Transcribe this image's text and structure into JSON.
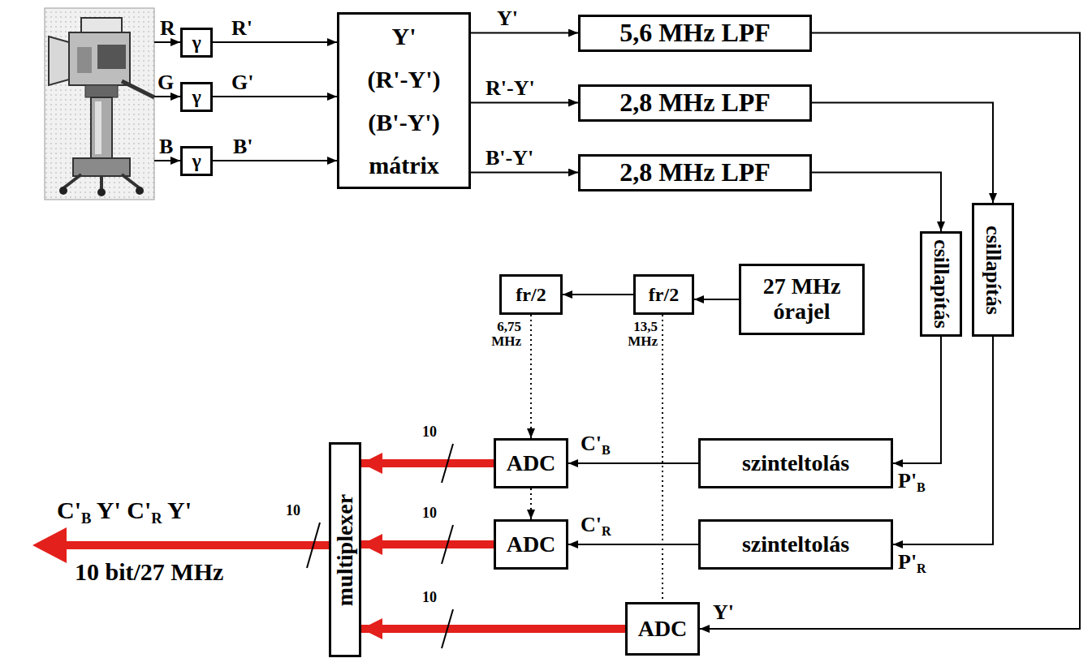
{
  "diagram": {
    "nodes": [
      {
        "text": [
          "γ"
        ]
      },
      {
        "text": [
          "γ"
        ]
      },
      {
        "text": [
          "γ"
        ]
      },
      {
        "text": [
          "Y'",
          "(R'-Y')",
          "(B'-Y')",
          "mátrix"
        ]
      },
      {
        "text": [
          "5,6 MHz LPF"
        ]
      },
      {
        "text": [
          "2,8 MHz LPF"
        ]
      },
      {
        "text": [
          "2,8 MHz LPF"
        ]
      },
      {
        "text": [
          "csillapítás"
        ]
      },
      {
        "text": [
          "csillapítás"
        ]
      },
      {
        "text": [
          "27 MHz órajel"
        ]
      },
      {
        "text": [
          "fr/2"
        ]
      },
      {
        "text": [
          "fr/2"
        ]
      },
      {
        "text": [
          "szinteltolás"
        ]
      },
      {
        "text": [
          "ADC"
        ]
      },
      {
        "text": [
          "szinteltolás"
        ]
      },
      {
        "text": [
          "ADC"
        ]
      },
      {
        "text": [
          "ADC"
        ]
      },
      {
        "text": [
          "multiplexer"
        ]
      }
    ],
    "edges": [
      {
        "from": 0,
        "to": 3,
        "arrow": "to",
        "label": "R'"
      },
      {
        "from": 1,
        "to": 3,
        "arrow": "to",
        "label": "G'"
      },
      {
        "from": 2,
        "to": 3,
        "arrow": "to",
        "label": "B'"
      },
      {
        "from": 3,
        "to": 4,
        "arrow": "to",
        "label": "Y'"
      },
      {
        "from": 3,
        "to": 5,
        "arrow": "to",
        "label": "R'-Y'"
      },
      {
        "from": 3,
        "to": 6,
        "arrow": "to",
        "label": "B'-Y'"
      },
      {
        "from": 4,
        "to": 16,
        "arrow": "to",
        "label": "Y'"
      },
      {
        "from": 5,
        "to": 8,
        "arrow": "to"
      },
      {
        "from": 6,
        "to": 7,
        "arrow": "to"
      },
      {
        "from": 7,
        "to": 12,
        "arrow": "to",
        "label": "P'B"
      },
      {
        "from": 8,
        "to": 14,
        "arrow": "to",
        "label": "P'R"
      },
      {
        "from": 9,
        "to": 10,
        "arrow": "to"
      },
      {
        "from": 10,
        "to": 11,
        "arrow": "to"
      },
      {
        "from": 11,
        "to": 13,
        "arrow": "to",
        "label": "6,75 MHz"
      },
      {
        "from": 13,
        "to": 15,
        "arrow": "to"
      },
      {
        "from": 10,
        "to": 16,
        "arrow": "none",
        "label": "13,5 MHz"
      },
      {
        "from": 12,
        "to": 13,
        "arrow": "to",
        "label": "C'B"
      },
      {
        "from": 14,
        "to": 15,
        "arrow": "to",
        "label": "C'R"
      },
      {
        "from": 13,
        "to": 17,
        "arrow": "to",
        "label": "10"
      },
      {
        "from": 15,
        "to": 17,
        "arrow": "to",
        "label": "10"
      },
      {
        "from": 16,
        "to": 17,
        "arrow": "to",
        "label": "10"
      }
    ],
    "labels": [
      "R",
      "G",
      "B",
      "C'B Y' C'R Y'",
      "10 bit/27 MHz",
      "10"
    ]
  }
}
